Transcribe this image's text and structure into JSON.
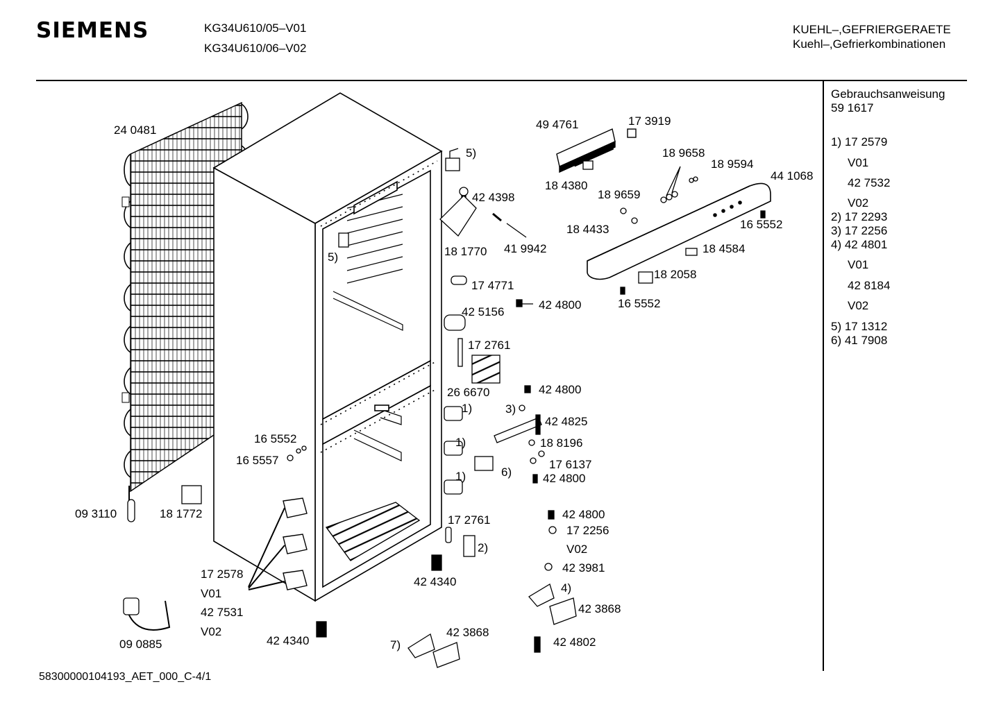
{
  "header": {
    "brand": "SIEMENS",
    "models": [
      "KG34U610/05–V01",
      "KG34U610/06–V02"
    ],
    "category": "KUEHL–,GEFRIERGERAETE",
    "subcategory": "Kuehl–,Gefrierkombinationen"
  },
  "sidebar": {
    "manual_label": "Gebrauchsanweisung",
    "manual_number": "59 1617",
    "entries": [
      "1) 17 2579",
      "V01",
      "42 7532",
      "V02",
      "2) 17 2293",
      "3) 17 2256",
      "4) 42 4801",
      "V01",
      "42 8184",
      "V02",
      "5) 17 1312",
      "6) 41 7908"
    ]
  },
  "parts": [
    "24 0481",
    "5)",
    "42 4398",
    "18 1770",
    "41 9942",
    "5)",
    "49 4761",
    "17 3919",
    "18 4380",
    "18 9658",
    "18 9594",
    "44 1068",
    "18 9659",
    "18 4433",
    "16 5552",
    "18 4584",
    "18 2058",
    "16 5552",
    "17 4771",
    "42 4800",
    "42 5156",
    "17 2761",
    "26 6670",
    "42 4800",
    "3)",
    "42 4825",
    "1)",
    "1)",
    "18 8196",
    "17 6137",
    "6)",
    "42 4800",
    "1)",
    "16 5552",
    "16 5557",
    "09 3110",
    "18 1772",
    "17 2761",
    "2)",
    "42 4800",
    "17 2256",
    "V02",
    "42 3981",
    "42 4340",
    "17 2578",
    "V01",
    "42 7531",
    "V02",
    "4)",
    "42 3868",
    "09 0885",
    "42 4340",
    "7)",
    "42 3868",
    "42 4802"
  ],
  "footer": "58300000104193_AET_000_C-4/1"
}
